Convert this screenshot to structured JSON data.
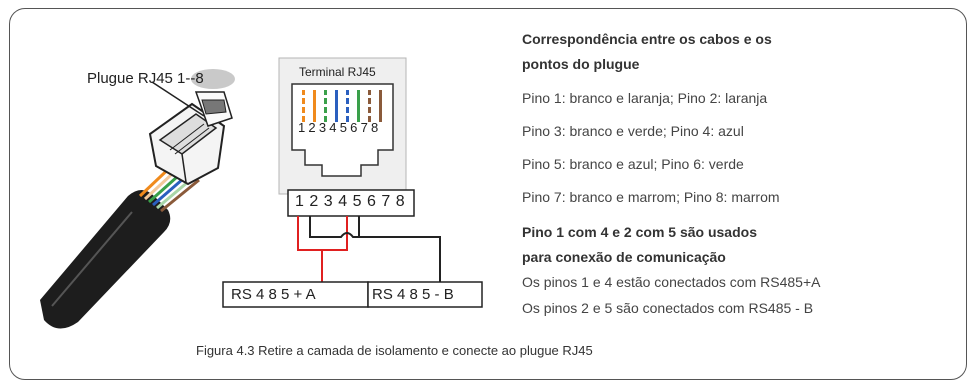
{
  "figure": {
    "plug_label": "Plugue RJ45 1--8",
    "terminal_label": "Terminal RJ45",
    "terminal_numbers": "12345678",
    "block_numbers": "12345678",
    "rs485_a_label": "RS 4 8 5 + A",
    "rs485_b_label": "RS 4 8 5 - B"
  },
  "legend": {
    "heading_line1": "Correspondência entre os cabos e os",
    "heading_line2": "pontos do plugue",
    "pins": [
      "Pino 1: branco e laranja; Pino 2: laranja",
      "Pino 3: branco e verde; Pino 4: azul",
      "Pino 5: branco e azul; Pino 6: verde",
      "Pino 7: branco e marrom; Pino 8: marrom"
    ],
    "comm_heading_line1": "Pino 1 com 4 e 2 com 5 são usados",
    "comm_heading_line2": "para conexão de comunicação",
    "comm_lines": [
      "Os pinos 1 e 4 estão conectados com RS485+A",
      "Os pinos 2 e 5 são conectados com RS485 - B"
    ]
  },
  "caption": "Figura 4.3 Retire a camada de isolamento e conecte ao plugue RJ45",
  "colors": {
    "orange": "#f08a1c",
    "green": "#3aa04a",
    "blue": "#2a5fbf",
    "brown": "#8a5a3a",
    "red_wire": "#e02020",
    "terminal_bg": "#efefef"
  }
}
